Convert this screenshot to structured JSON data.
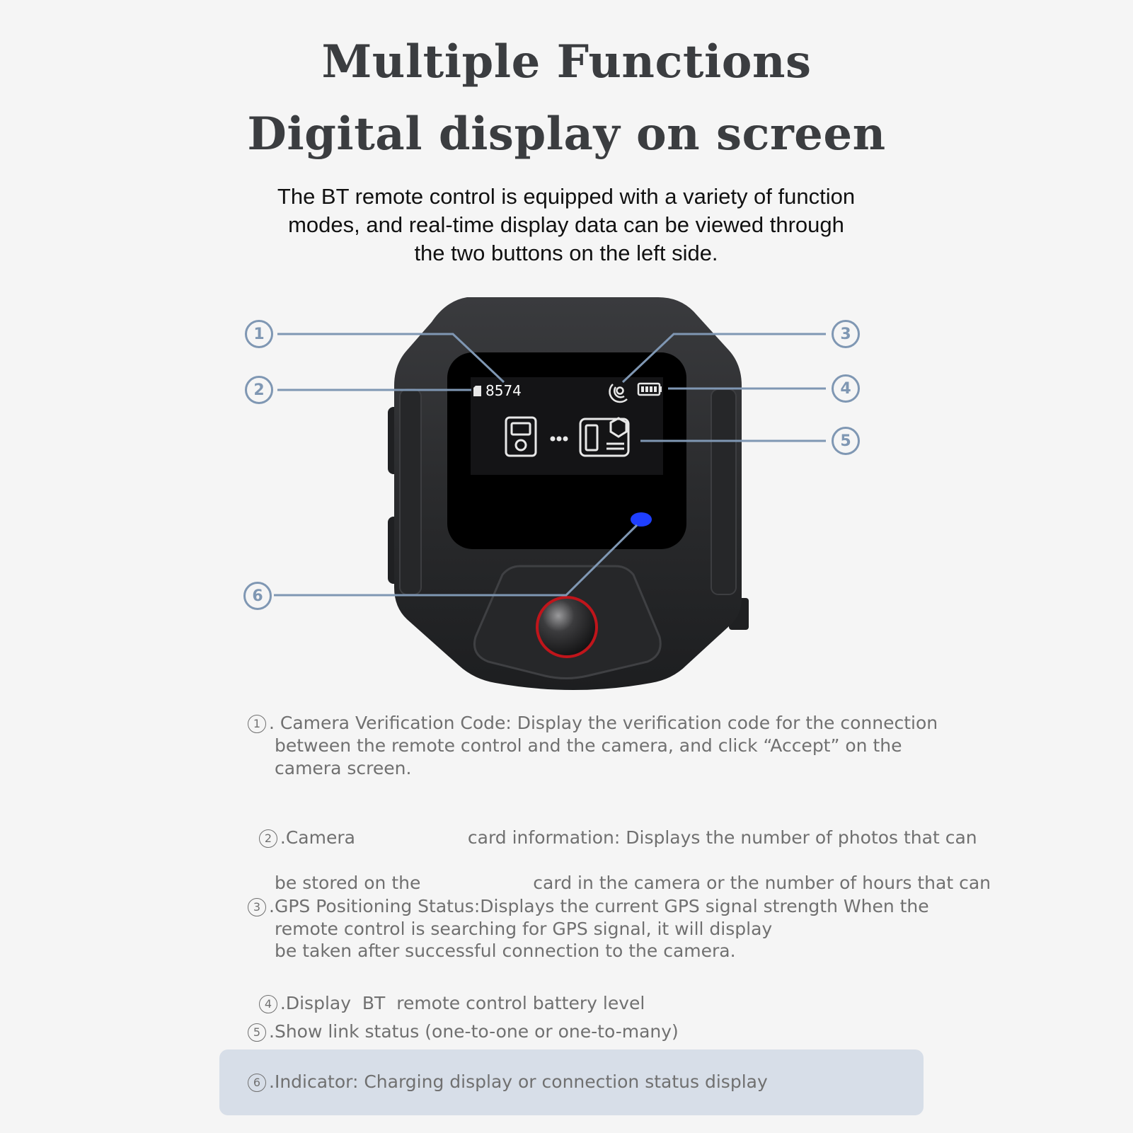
{
  "header": {
    "title_line1": "Multiple Functions",
    "title_line2": "Digital display on screen",
    "intro_line1": "The BT remote control is equipped with a variety of function",
    "intro_line2": "modes, and real-time display data can be viewed through",
    "intro_line3": "the two buttons on the left side."
  },
  "device": {
    "screen": {
      "verification_code": "8574"
    },
    "colors": {
      "body": "#2b2c2e",
      "screen": "#000000",
      "indicator": "#1f3fff",
      "button_ring": "#c0151b",
      "callout_line": "#7f97b3"
    }
  },
  "callouts": [
    "1",
    "2",
    "3",
    "4",
    "5",
    "6"
  ],
  "descriptions": [
    {
      "num": "1",
      "line1": ". Camera Verification Code: Display the verification code for the connection",
      "line2": "between the remote control and the camera, and click “Accept” on the",
      "line3": "camera screen."
    },
    {
      "num": "2",
      "line1": ".Camera                    card information: Displays the number of photos that can",
      "line2": "be stored on the                    card in the camera or the number of hours that can",
      "line3": "be taken after successful connection to the camera."
    },
    {
      "num": "3",
      "line1": ".GPS Positioning Status:Displays the current GPS signal strength When the",
      "line2": "remote control is searching for GPS signal, it will display"
    },
    {
      "num": "4",
      "line1": ".Display  BT  remote control battery level"
    },
    {
      "num": "5",
      "line1": ".Show link status (one-to-one or one-to-many)"
    },
    {
      "num": "6",
      "line1": ".Indicator: Charging display or connection status display"
    }
  ]
}
